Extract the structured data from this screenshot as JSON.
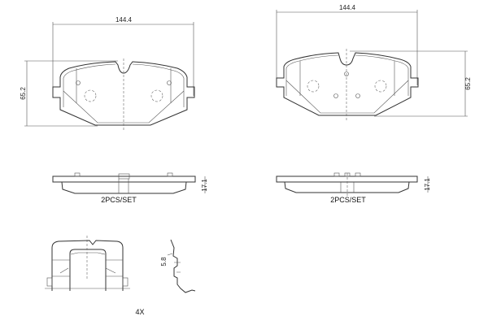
{
  "drawing": {
    "pad_left": {
      "width_dim": "144.4",
      "height_dim": "65.2"
    },
    "pad_right": {
      "width_dim": "144.4",
      "height_dim": "65.2"
    },
    "side_left": {
      "thickness_dim": "17.1",
      "quantity_label": "2PCS/SET"
    },
    "side_right": {
      "thickness_dim": "17.1",
      "quantity_label": "2PCS/SET"
    },
    "clip": {
      "dim": "5.8",
      "quantity_label": "4X"
    },
    "line_color": "#333333"
  }
}
